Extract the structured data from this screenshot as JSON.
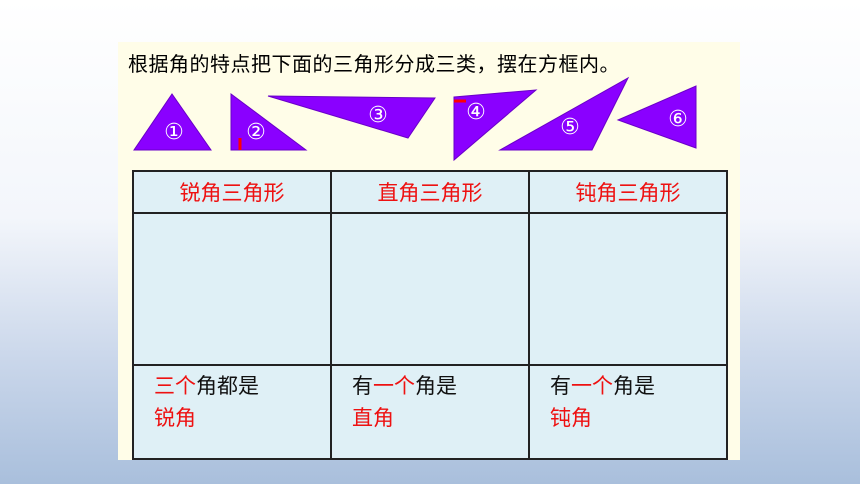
{
  "prompt": "根据角的特点把下面的三角形分成三类，摆在方框内。",
  "triangles": [
    {
      "label": "①"
    },
    {
      "label": "②"
    },
    {
      "label": "③"
    },
    {
      "label": "④"
    },
    {
      "label": "⑤"
    },
    {
      "label": "⑥"
    }
  ],
  "colors": {
    "triangle": "#8a00ff",
    "highlight": "#ee1111",
    "table_bg": "#dff0f6",
    "slide_bg": "#fffde8"
  },
  "table": {
    "headers": [
      "锐角三角形",
      "直角三角形",
      "钝角三角形"
    ],
    "descriptions": [
      {
        "parts": [
          "三个",
          "角都是",
          "锐角"
        ]
      },
      {
        "parts": [
          "有",
          "一个",
          "角是",
          "直角"
        ]
      },
      {
        "parts": [
          "有",
          "一个",
          "角是",
          "钝角"
        ]
      }
    ]
  }
}
